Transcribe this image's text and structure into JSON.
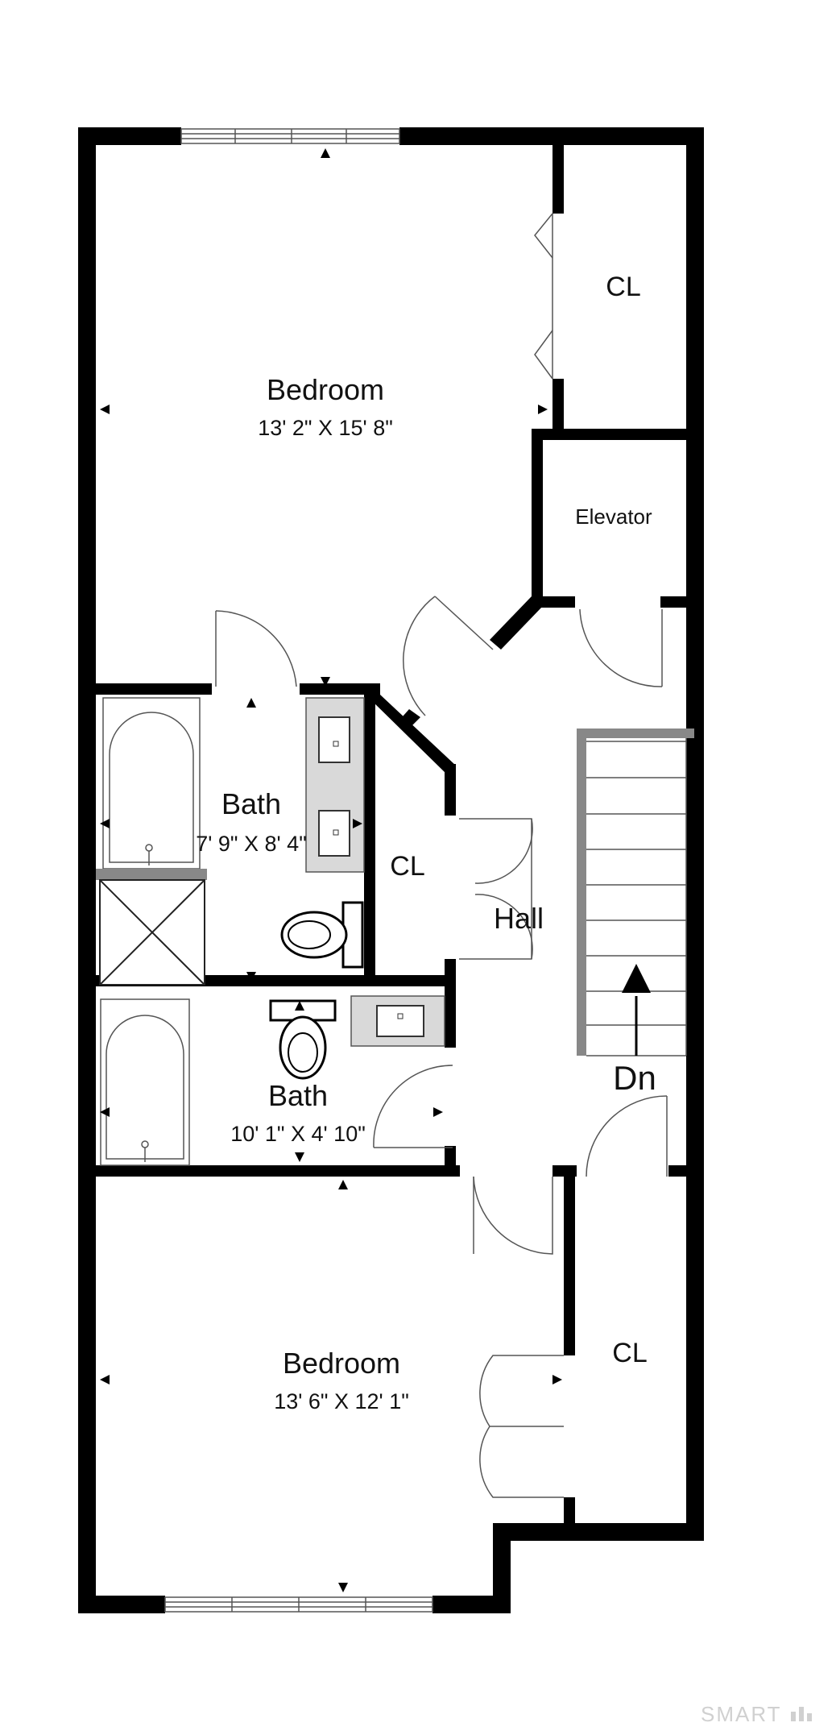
{
  "rooms": {
    "bedroom_top": {
      "name": "Bedroom",
      "dims": "13' 2\" X 15' 8\""
    },
    "closet_top": {
      "name": "CL"
    },
    "elevator": {
      "name": "Elevator"
    },
    "bath_upper": {
      "name": "Bath",
      "dims": "7' 9\" X 8' 4\""
    },
    "closet_mid": {
      "name": "CL"
    },
    "hall": {
      "name": "Hall"
    },
    "bath_lower": {
      "name": "Bath",
      "dims": "10' 1\" X 4' 10\""
    },
    "stairs": {
      "label": "Dn"
    },
    "bedroom_bottom": {
      "name": "Bedroom",
      "dims": "13' 6\" X 12' 1\""
    },
    "closet_bottom": {
      "name": "CL"
    }
  },
  "watermark": {
    "text": "SMART"
  },
  "colors": {
    "wall": "#000000",
    "fixture": "#d9d9d9",
    "stair_rail": "#888888"
  },
  "icons": [
    "window-icon",
    "door-swing-icon",
    "bathtub-icon",
    "shower-icon",
    "toilet-icon",
    "sink-icon",
    "stairs-icon"
  ]
}
